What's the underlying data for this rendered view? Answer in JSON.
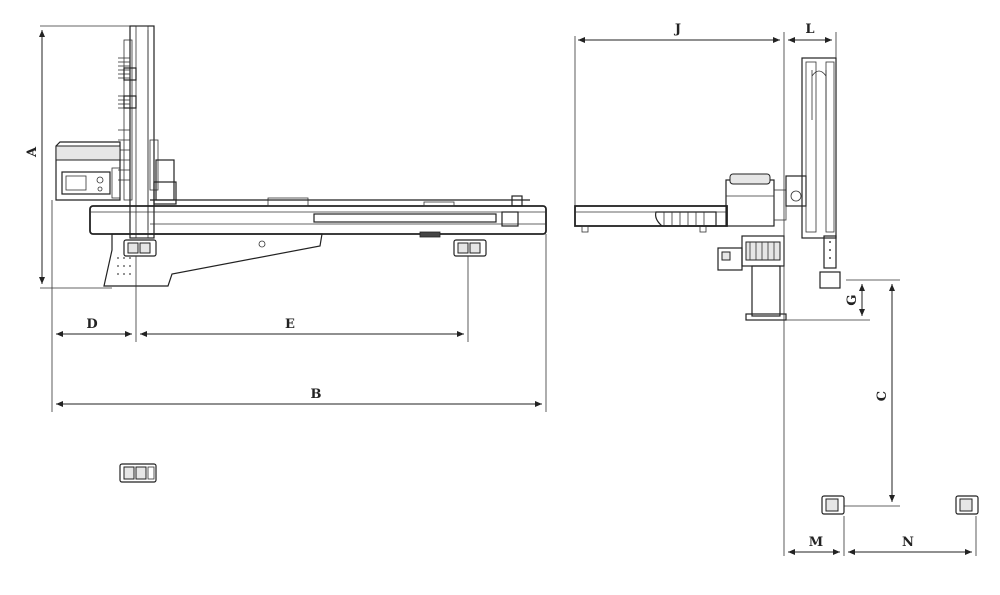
{
  "labels": {
    "A": "A",
    "B": "B",
    "C": "C",
    "D": "D",
    "E": "E",
    "G": "G",
    "J": "J",
    "L": "L",
    "M": "M",
    "N": "N"
  }
}
